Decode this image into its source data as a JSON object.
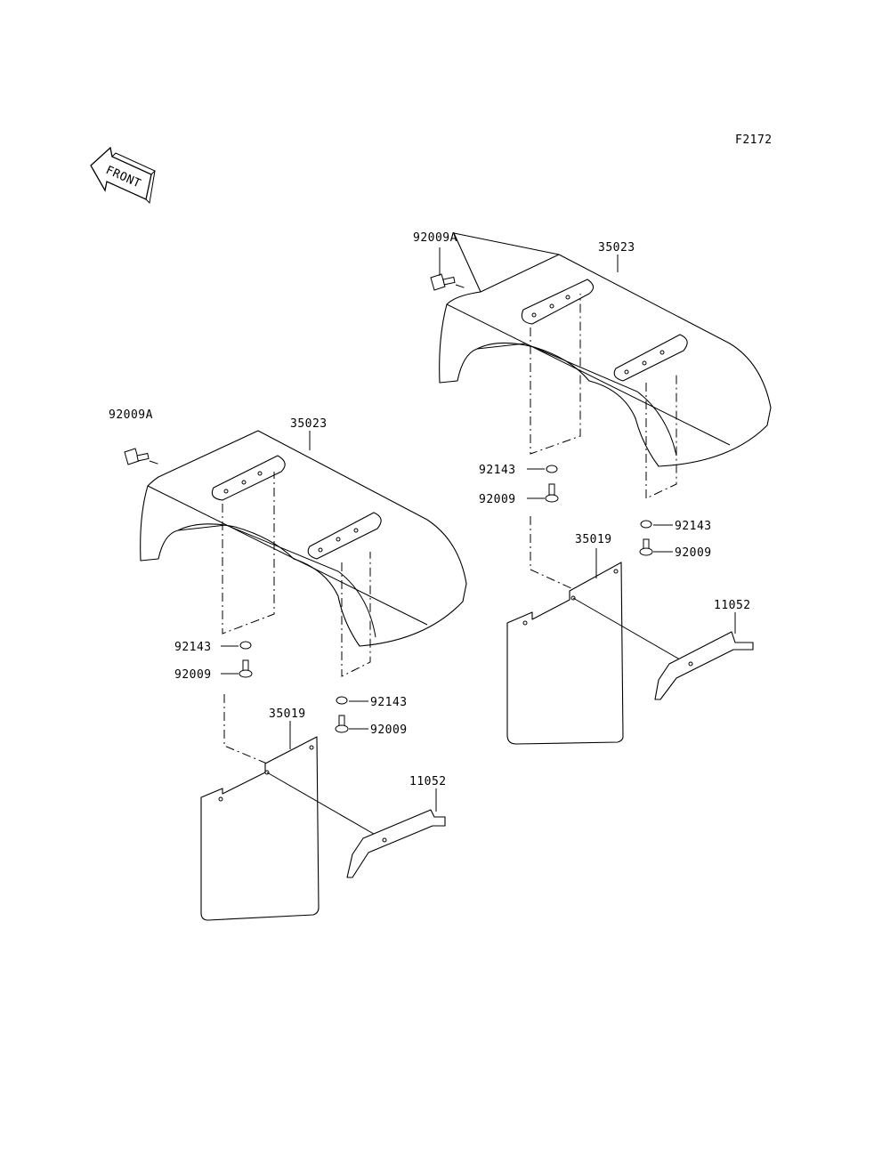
{
  "figure_code": "F2172",
  "front_marker": {
    "text": "FRONT"
  },
  "assemblies": [
    {
      "fender": "35023",
      "bolt_top": "92009A",
      "washer_left": "92143",
      "bolt_left": "92009",
      "washer_right": "92143",
      "bolt_right": "92009",
      "mudflap": "35019",
      "bracket": "11052"
    },
    {
      "fender": "35023",
      "bolt_top": "92009A",
      "washer_left": "92143",
      "bolt_left": "92009",
      "washer_right": "92143",
      "bolt_right": "92009",
      "mudflap": "35019",
      "bracket": "11052"
    }
  ]
}
